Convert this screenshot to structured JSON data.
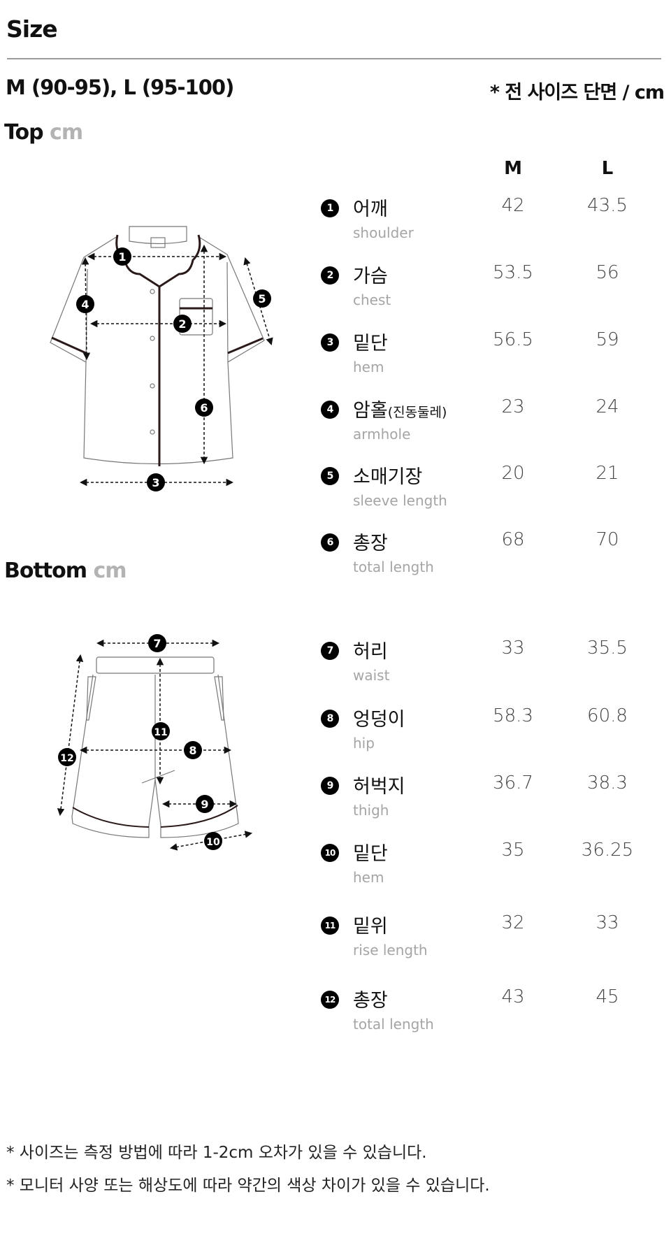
{
  "header": {
    "title": "Size",
    "sizes": "M (90-95), L (95-100)",
    "note": "* 전 사이즈 단면 / cm"
  },
  "top": {
    "label": "Top",
    "unit": "cm"
  },
  "bottom": {
    "label": "Bottom",
    "unit": "cm"
  },
  "columns": [
    "M",
    "L"
  ],
  "top_rows": [
    {
      "num": "1",
      "name": "어깨",
      "paren": "",
      "sub": "shoulder",
      "m": "42",
      "l": "43.5"
    },
    {
      "num": "2",
      "name": "가슴",
      "paren": "",
      "sub": "chest",
      "m": "53.5",
      "l": "56"
    },
    {
      "num": "3",
      "name": "밑단",
      "paren": "",
      "sub": "hem",
      "m": "56.5",
      "l": "59"
    },
    {
      "num": "4",
      "name": "암홀",
      "paren": "(진동둘레)",
      "sub": "armhole",
      "m": "23",
      "l": "24"
    },
    {
      "num": "5",
      "name": "소매기장",
      "paren": "",
      "sub": "sleeve length",
      "m": "20",
      "l": "21"
    },
    {
      "num": "6",
      "name": "총장",
      "paren": "",
      "sub": "total length",
      "m": "68",
      "l": "70"
    }
  ],
  "bottom_rows": [
    {
      "num": "7",
      "name": "허리",
      "sub": "waist",
      "m": "33",
      "l": "35.5"
    },
    {
      "num": "8",
      "name": "엉덩이",
      "sub": "hip",
      "m": "58.3",
      "l": "60.8"
    },
    {
      "num": "9",
      "name": "허벅지",
      "sub": "thigh",
      "m": "36.7",
      "l": "38.3"
    },
    {
      "num": "10",
      "name": "밑단",
      "sub": "hem",
      "m": "35",
      "l": "36.25"
    },
    {
      "num": "11",
      "name": "밑위",
      "sub": "rise length",
      "m": "32",
      "l": "33"
    },
    {
      "num": "12",
      "name": "총장",
      "sub": "total length",
      "m": "43",
      "l": "45"
    }
  ],
  "footer": [
    "* 사이즈는 측정 방법에 따라 1-2cm 오차가 있을 수 있습니다.",
    "* 모니터 사양 또는 해상도에 따라 약간의 색상 차이가 있을 수 있습니다."
  ]
}
